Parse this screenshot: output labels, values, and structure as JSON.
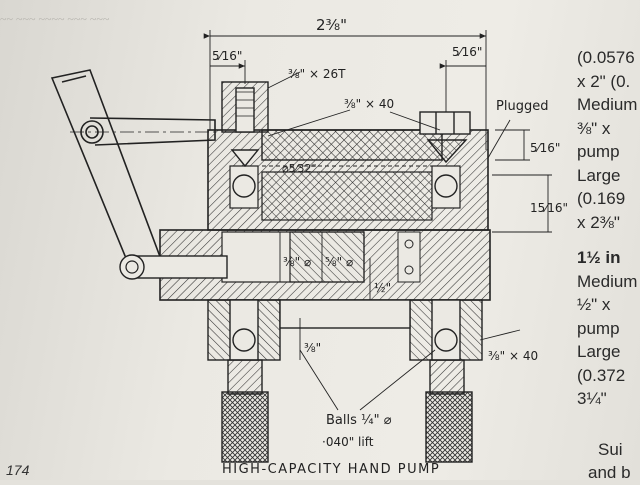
{
  "figure": {
    "dim_overall_width": "2⅜\"",
    "dim_left_offset": "5⁄16\"",
    "dim_right_offset": "5⁄16\"",
    "label_inlet_thread": "⅜\" × 26T",
    "label_thread_a": "⅜\" × 40",
    "label_plugged": "Plugged",
    "dim_passage": "⌀5⁄32\"",
    "dim_upper_height": "5⁄16\"",
    "dim_body_height": "15⁄16\"",
    "dim_rod_dia": "⅜\" ⌀",
    "dim_piston_dia": "⅝\" ⌀",
    "dim_stroke": "½\"",
    "dim_lower_depth": "⅜\"",
    "label_thread_b": "⅜\" × 40",
    "label_balls": "Balls ¼\" ⌀",
    "label_lift": "·040\" lift"
  },
  "sidebar": {
    "lines": [
      "(0.0576",
      "x 2\" (0.",
      "Medium",
      "⅜\" x",
      "pump",
      "Large",
      "(0.169",
      "x 2⅜\""
    ],
    "heading": "1½ in",
    "lines2": [
      "Medium",
      "½\" x",
      "pump",
      "Large",
      "(0.372",
      "3¼\""
    ],
    "bottom_lines": [
      "Sui",
      "and b"
    ]
  },
  "page_number": "174",
  "caption": "HIGH-CAPACITY HAND PUMP",
  "colors": {
    "ink": "#222222",
    "paper": "#ebe9e3"
  }
}
